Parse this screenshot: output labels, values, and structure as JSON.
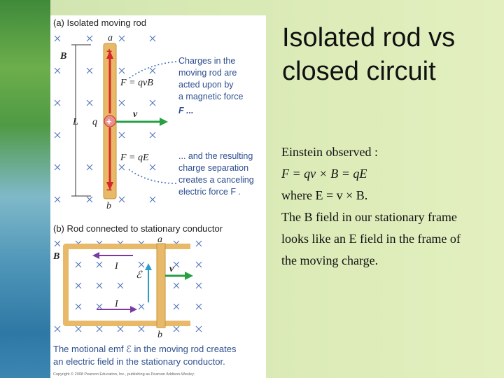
{
  "slide": {
    "title_lines": [
      "Isolated rod vs",
      "closed circuit"
    ],
    "body_lines": [
      "Einstein observed :",
      "F = qv × B = qE",
      "where E = v × B.",
      "The B field in our stationary frame",
      "looks like an E field in the frame of",
      "the moving charge."
    ]
  },
  "figure": {
    "panel_a_title": "(a) Isolated moving rod",
    "panel_b_title": "(b) Rod connected to stationary conductor",
    "note_top": [
      "Charges in the",
      "moving rod are",
      "acted upon by",
      "a magnetic force",
      "F  ..."
    ],
    "note_bottom": [
      "... and the resulting",
      "charge separation",
      "creates a canceling",
      "electric force F ."
    ],
    "labels": {
      "a": "a",
      "b": "b",
      "B": "B",
      "L": "L",
      "q": "q",
      "v": "v",
      "I": "I",
      "emf": "ℰ",
      "plus": "+",
      "minus": "−",
      "FB_eq": "F  = qvB",
      "FE_eq": "F  = qE"
    },
    "caption_lines": [
      "The motional emf ℰ  in the moving rod creates",
      "an electric field in the stationary conductor."
    ],
    "copyright": "Copyright © 2008 Pearson Education, Inc., publishing as Pearson Addison-Wesley."
  }
}
